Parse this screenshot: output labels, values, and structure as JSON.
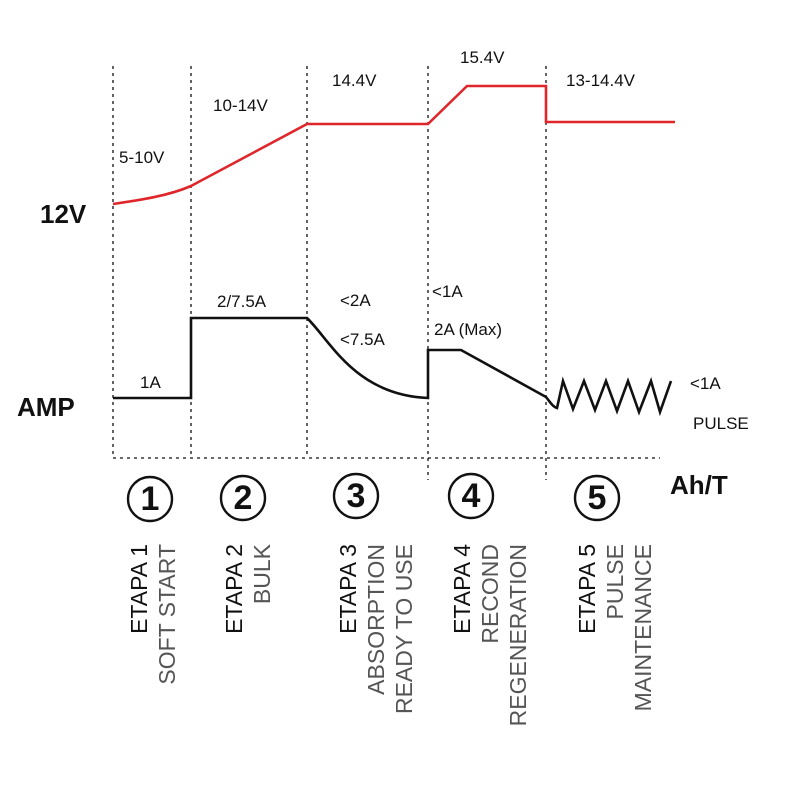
{
  "colors": {
    "voltage": "#e0262a",
    "current": "#111111",
    "stage_subtitle": "#555555"
  },
  "axes": {
    "voltage_label": "12V",
    "current_label": "AMP",
    "x_label": "Ah/T"
  },
  "voltage_labels": {
    "s1": "5-10V",
    "s2": "10-14V",
    "s3": "14.4V",
    "s4": "15.4V",
    "s5": "13-14.4V"
  },
  "current_labels": {
    "s1": "1A",
    "s2": "2/7.5A",
    "s3a": "<2A",
    "s3b": "<7.5A",
    "s4a": "<1A",
    "s4b": "2A (Max)",
    "s5a": "<1A",
    "s5b": "PULSE"
  },
  "stages": [
    {
      "number": "1",
      "title": "ETAPA 1",
      "desc": [
        "SOFT START"
      ]
    },
    {
      "number": "2",
      "title": "ETAPA 2",
      "desc": [
        "BULK"
      ]
    },
    {
      "number": "3",
      "title": "ETAPA 3",
      "desc": [
        "ABSORPTION",
        "READY TO USE"
      ]
    },
    {
      "number": "4",
      "title": "ETAPA 4",
      "desc": [
        "RECOND",
        "REGENERATION"
      ]
    },
    {
      "number": "5",
      "title": "ETAPA 5",
      "desc": [
        "PULSE",
        "MAINTENANCE"
      ]
    }
  ]
}
